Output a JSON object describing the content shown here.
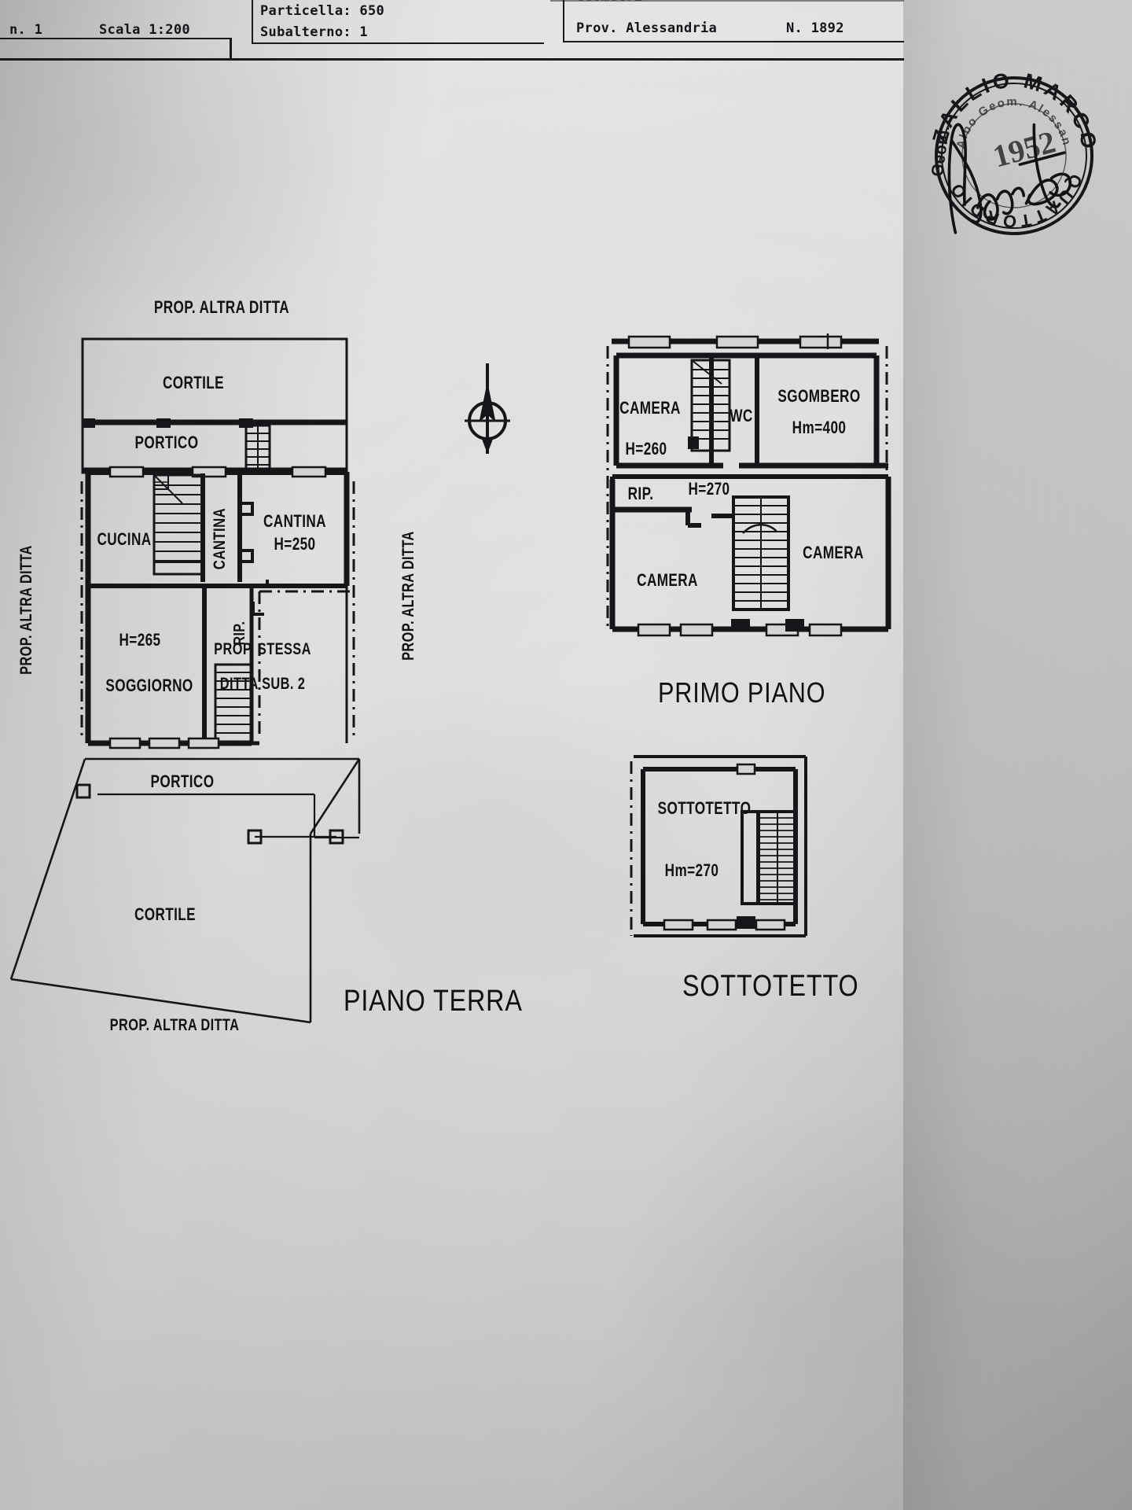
{
  "document": {
    "type": "cadastral-floor-plan",
    "sheet_number_label": "n. 1",
    "scale_label": "Scala 1:200",
    "particella_label": "Particella: 650",
    "subalterno_label": "Subalterno: 1",
    "province_label": "Prov. Alessandria",
    "protocol_label": "N. 1892"
  },
  "stamp": {
    "name_top": "ZALLIO",
    "name_right": "MARCO",
    "profession": "Geom.",
    "prefix": "Geom.",
    "inner_ring": "Albo Geom. Alessandria",
    "year": "1952",
    "city": "QUATTORDIO"
  },
  "compass": {
    "name": "north-arrow"
  },
  "plans": [
    {
      "id": "piano-terra",
      "title": "PIANO TERRA",
      "rooms": [
        {
          "name": "CORTILE",
          "label": "CORTILE"
        },
        {
          "name": "PORTICO",
          "label": "PORTICO"
        },
        {
          "name": "CUCINA",
          "label": "CUCINA"
        },
        {
          "name": "CANTINA-vert",
          "label": "CANTINA"
        },
        {
          "name": "CANTINA",
          "label": "CANTINA",
          "height": "H=250"
        },
        {
          "name": "SOGGIORNO",
          "label": "SOGGIORNO",
          "height": "H=265"
        },
        {
          "name": "RIP",
          "label": "RIP."
        },
        {
          "name": "PORTICO-2",
          "label": "PORTICO"
        },
        {
          "name": "CORTILE-2",
          "label": "CORTILE"
        }
      ],
      "annotations": [
        {
          "label": "PROP. ALTRA DITTA",
          "position": "top"
        },
        {
          "label": "PROP. ALTRA DITTA",
          "position": "left"
        },
        {
          "label": "PROP. ALTRA DITTA",
          "position": "right"
        },
        {
          "label": "PROP. ALTRA DITTA",
          "position": "bottom"
        },
        {
          "label": "PROP. STESSA",
          "position": "inner"
        },
        {
          "label": "DITTA SUB. 2",
          "position": "inner"
        }
      ]
    },
    {
      "id": "primo-piano",
      "title": "PRIMO PIANO",
      "rooms": [
        {
          "name": "CAMERA",
          "label": "CAMERA",
          "height": "H=260"
        },
        {
          "name": "WC",
          "label": "WC"
        },
        {
          "name": "SGOMBERO",
          "label": "SGOMBERO",
          "height": "Hm=400"
        },
        {
          "name": "RIP",
          "label": "RIP.",
          "height": "H=270"
        },
        {
          "name": "CAMERA-left",
          "label": "CAMERA"
        },
        {
          "name": "CAMERA-right",
          "label": "CAMERA"
        }
      ]
    },
    {
      "id": "sottotetto",
      "title": "SOTTOTETTO",
      "rooms": [
        {
          "name": "SOTTOTETTO",
          "label": "SOTTOTETTO",
          "height": "Hm=270"
        }
      ]
    }
  ],
  "labels": {
    "prop_altra_ditta": "PROP. ALTRA DITTA",
    "prop_stessa": "PROP. STESSA",
    "ditta_sub_2": "DITTA SUB. 2",
    "cortile": "CORTILE",
    "portico": "PORTICO",
    "cucina": "CUCINA",
    "cantina": "CANTINA",
    "cantina_h": "H=250",
    "soggiorno": "SOGGIORNO",
    "soggiorno_h": "H=265",
    "rip": "RIP.",
    "camera": "CAMERA",
    "camera_h": "H=260",
    "wc": "WC",
    "sgombero": "SGOMBERO",
    "sgombero_h": "Hm=400",
    "rip_h": "H=270",
    "sottotetto": "SOTTOTETTO",
    "sottotetto_h": "Hm=270",
    "piano_terra_title": "PIANO TERRA",
    "primo_piano_title": "PRIMO PIANO",
    "sottotetto_title": "SOTTOTETTO"
  },
  "colors": {
    "ink": "#16161a",
    "paper": "#d8d8d6",
    "paper_dark": "#bfbfbd"
  }
}
